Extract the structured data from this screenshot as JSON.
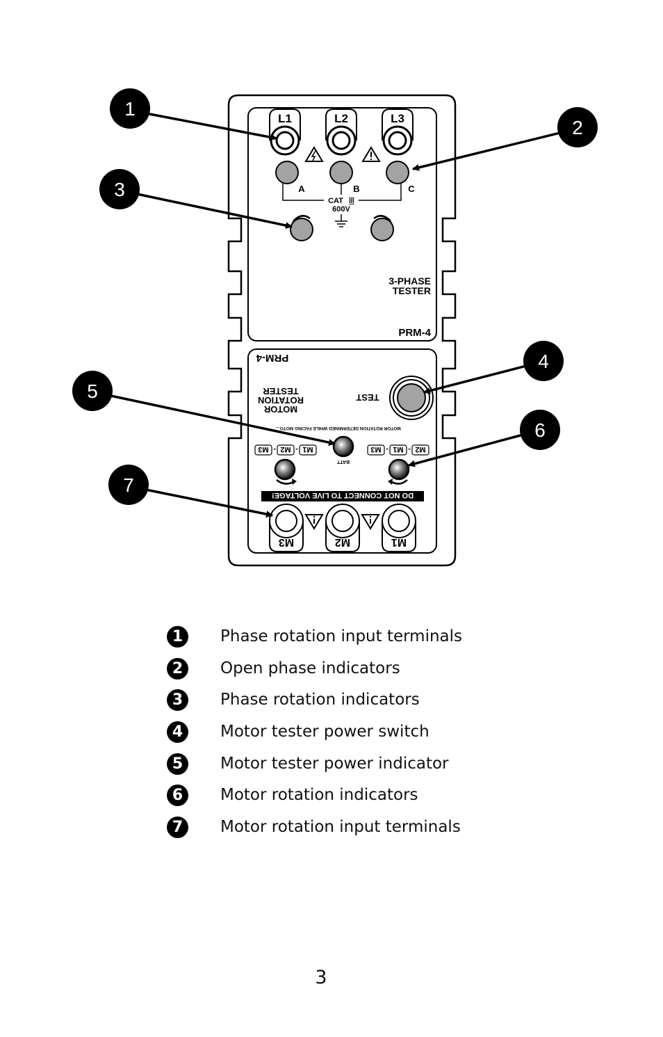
{
  "device": {
    "terminals_top": [
      "L1",
      "L2",
      "L3"
    ],
    "phase_letters": [
      "A",
      "B",
      "C"
    ],
    "cat_label": "CAT",
    "cat_roman": "III",
    "voltage": "600V",
    "product_line1": "3-PHASE",
    "product_line2": "TESTER",
    "model": "PRM-4",
    "model_inverted": "PRM-4",
    "motor_line1": "MOTOR",
    "motor_line2": "ROTATION",
    "motor_line3": "TESTER",
    "test_label": "TEST",
    "fine_print": "MOTOR ROTATION DETERMINED WHILE FACING MOTO...",
    "batt_label": "BATT",
    "seq_left": [
      "M1",
      "M2",
      "M3"
    ],
    "seq_right": [
      "M2",
      "M1",
      "M3"
    ],
    "warning": "DO NOT CONNECT TO LIVE VOLTAGE!",
    "terminals_bottom": [
      "M3",
      "M2",
      "M1"
    ],
    "callouts": [
      "1",
      "2",
      "3",
      "4",
      "5",
      "6",
      "7"
    ]
  },
  "legend": [
    {
      "number": "1",
      "text": "Phase rotation input terminals"
    },
    {
      "number": "2",
      "text": "Open phase indicators"
    },
    {
      "number": "3",
      "text": "Phase rotation indicators"
    },
    {
      "number": "4",
      "text": "Motor tester power switch"
    },
    {
      "number": "5",
      "text": "Motor tester power indicator"
    },
    {
      "number": "6",
      "text": "Motor rotation indicators"
    },
    {
      "number": "7",
      "text": "Motor rotation input terminals"
    }
  ],
  "page_number": "3"
}
